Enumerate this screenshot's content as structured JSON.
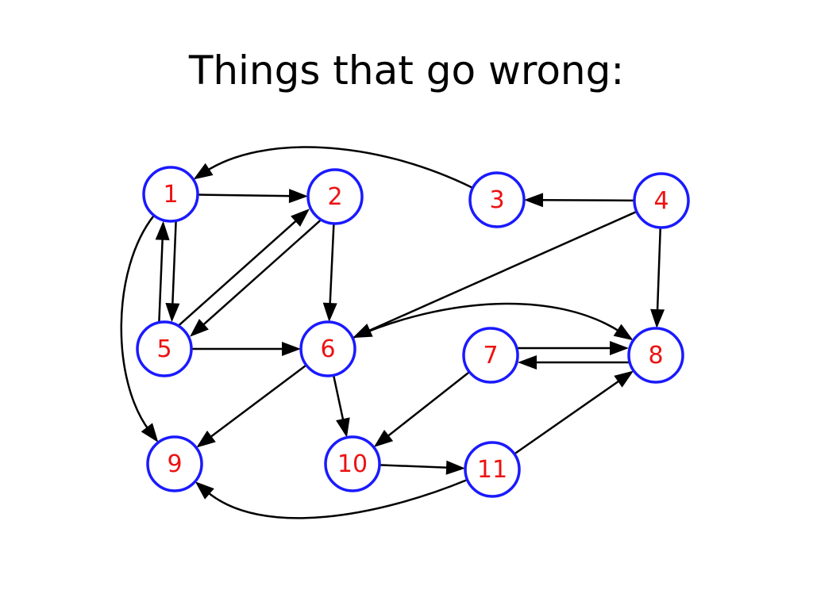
{
  "title": "Things that go wrong:",
  "colors": {
    "node_stroke": "#1a1aff",
    "node_label": "#ee1111",
    "edge": "#000000"
  },
  "graph": {
    "nodes": [
      {
        "id": "1",
        "label": "1"
      },
      {
        "id": "2",
        "label": "2"
      },
      {
        "id": "3",
        "label": "3"
      },
      {
        "id": "4",
        "label": "4"
      },
      {
        "id": "5",
        "label": "5"
      },
      {
        "id": "6",
        "label": "6"
      },
      {
        "id": "7",
        "label": "7"
      },
      {
        "id": "8",
        "label": "8"
      },
      {
        "id": "9",
        "label": "9"
      },
      {
        "id": "10",
        "label": "10"
      },
      {
        "id": "11",
        "label": "11"
      }
    ],
    "edges": [
      {
        "from": "1",
        "to": "2"
      },
      {
        "from": "3",
        "to": "1"
      },
      {
        "from": "4",
        "to": "3"
      },
      {
        "from": "1",
        "to": "5"
      },
      {
        "from": "5",
        "to": "1"
      },
      {
        "from": "5",
        "to": "2"
      },
      {
        "from": "2",
        "to": "5"
      },
      {
        "from": "2",
        "to": "6"
      },
      {
        "from": "4",
        "to": "6"
      },
      {
        "from": "4",
        "to": "8"
      },
      {
        "from": "5",
        "to": "6"
      },
      {
        "from": "6",
        "to": "8"
      },
      {
        "from": "7",
        "to": "8"
      },
      {
        "from": "8",
        "to": "7"
      },
      {
        "from": "1",
        "to": "9"
      },
      {
        "from": "6",
        "to": "9"
      },
      {
        "from": "6",
        "to": "10"
      },
      {
        "from": "7",
        "to": "10"
      },
      {
        "from": "10",
        "to": "11"
      },
      {
        "from": "11",
        "to": "8"
      },
      {
        "from": "11",
        "to": "9"
      }
    ]
  }
}
